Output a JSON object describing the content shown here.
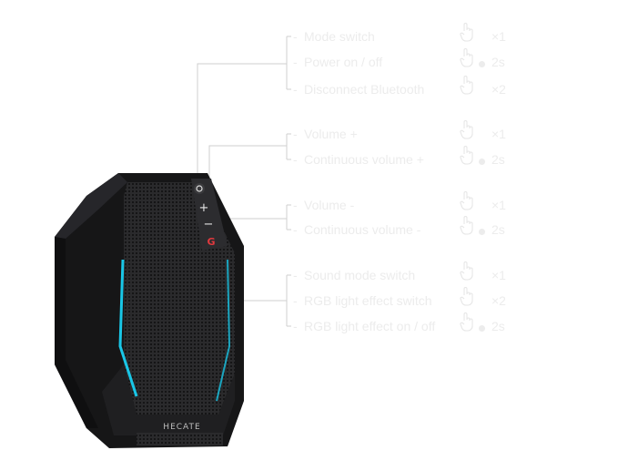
{
  "brand": "HECATE",
  "buttons": [
    {
      "name": "power",
      "glyph": "⏻"
    },
    {
      "name": "volume-up",
      "glyph": "+"
    },
    {
      "name": "volume-down",
      "glyph": "−"
    },
    {
      "name": "game-mode",
      "glyph": "G"
    }
  ],
  "colors": {
    "accent": "#19c6e6",
    "game_button": "#e0393e",
    "text": "#ececec",
    "body": "#1c1c1e"
  },
  "functions": [
    {
      "group": "power",
      "label": "Mode switch",
      "action": "×1",
      "hold": false
    },
    {
      "group": "power",
      "label": "Power on / off",
      "action": "2s",
      "hold": true
    },
    {
      "group": "power",
      "label": "Disconnect Bluetooth",
      "action": "×2",
      "hold": false
    },
    {
      "group": "volume-up",
      "label": "Volume +",
      "action": "×1",
      "hold": false
    },
    {
      "group": "volume-up",
      "label": "Continuous volume +",
      "action": "2s",
      "hold": true
    },
    {
      "group": "volume-down",
      "label": "Volume -",
      "action": "×1",
      "hold": false
    },
    {
      "group": "volume-down",
      "label": "Continuous volume -",
      "action": "2s",
      "hold": true
    },
    {
      "group": "game-mode",
      "label": "Sound mode switch",
      "action": "×1",
      "hold": false
    },
    {
      "group": "game-mode",
      "label": "RGB light effect switch",
      "action": "×2",
      "hold": false
    },
    {
      "group": "game-mode",
      "label": "RGB light effect on / off",
      "action": "2s",
      "hold": true
    }
  ]
}
